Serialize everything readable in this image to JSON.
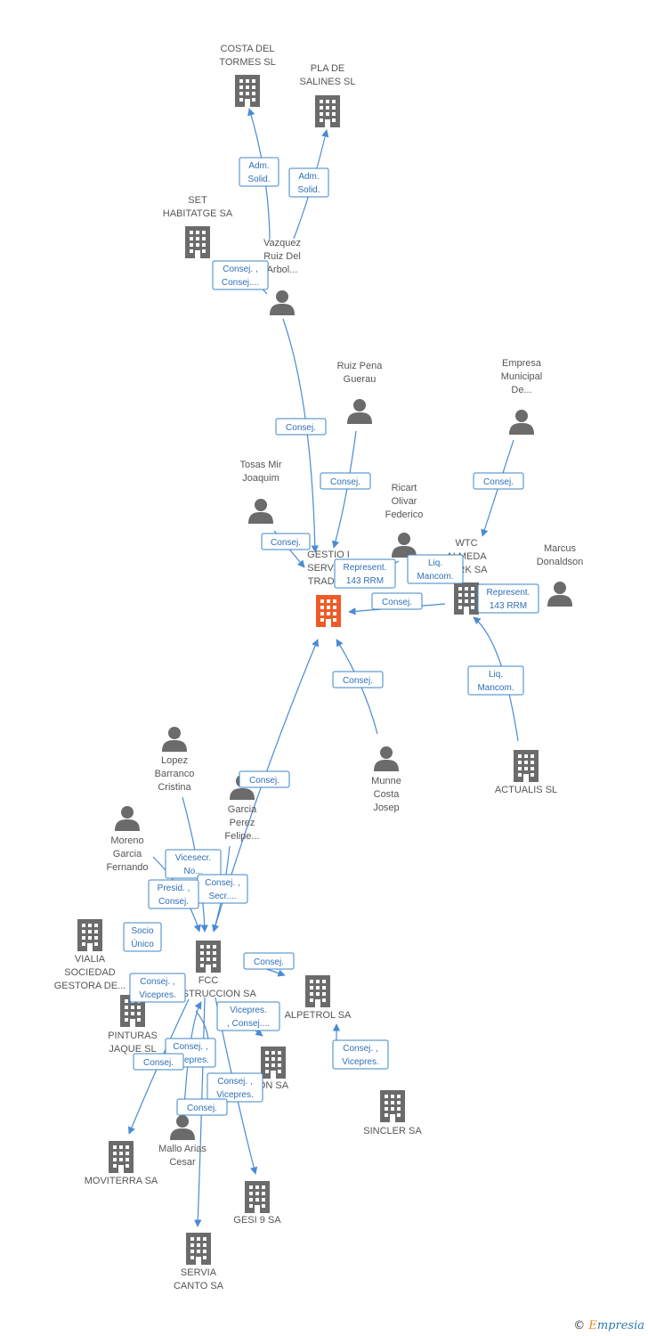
{
  "colors": {
    "edge": "#4a8ad4",
    "building": "#6b6b6b",
    "focus": "#f05a28",
    "label_text": "#2f6fb6"
  },
  "footer": {
    "symbol": "©",
    "brand_first": "E",
    "brand_rest": "mpresia"
  },
  "nodes": [
    {
      "id": "costa",
      "type": "company",
      "icon": "building-icon",
      "lines": [
        "COSTA DEL",
        "TORMES SL"
      ]
    },
    {
      "id": "pla",
      "type": "company",
      "icon": "building-icon",
      "lines": [
        "PLA DE",
        "SALINES SL"
      ]
    },
    {
      "id": "set",
      "type": "company",
      "icon": "building-icon",
      "lines": [
        "SET",
        "HABITATGE SA"
      ]
    },
    {
      "id": "vazquez",
      "type": "person",
      "icon": "person-icon",
      "lines": [
        "Vazquez",
        "Ruiz Del",
        "Arbol..."
      ]
    },
    {
      "id": "ruizpena",
      "type": "person",
      "icon": "person-icon",
      "lines": [
        "Ruiz Pena",
        "Guerau"
      ]
    },
    {
      "id": "empresa",
      "type": "person",
      "icon": "person-icon",
      "lines": [
        "Empresa",
        "Municipal",
        "De..."
      ]
    },
    {
      "id": "tosas",
      "type": "person",
      "icon": "person-icon",
      "lines": [
        "Tosas Mir",
        "Joaquim"
      ]
    },
    {
      "id": "ricart",
      "type": "person",
      "icon": "person-icon",
      "lines": [
        "Ricart",
        "Olivar",
        "Federico"
      ]
    },
    {
      "id": "gestio",
      "type": "focus",
      "icon": "building-icon",
      "lines": [
        "GESTIO I",
        "SERVEIS",
        "TRADE..."
      ]
    },
    {
      "id": "wtc",
      "type": "company",
      "icon": "building-icon",
      "lines": [
        "WTC",
        "ALMEDA",
        "PARK SA"
      ]
    },
    {
      "id": "marcus",
      "type": "person",
      "icon": "person-icon",
      "lines": [
        "Marcus",
        "Donaldson"
      ]
    },
    {
      "id": "actualis",
      "type": "company",
      "icon": "building-icon",
      "lines": [
        "ACTUALIS SL"
      ]
    },
    {
      "id": "munne",
      "type": "person",
      "icon": "person-icon",
      "lines": [
        "Munne",
        "Costa",
        "Josep"
      ]
    },
    {
      "id": "lopez",
      "type": "person",
      "icon": "person-icon",
      "lines": [
        "Lopez",
        "Barranco",
        "Cristina"
      ]
    },
    {
      "id": "garcia",
      "type": "person",
      "icon": "person-icon",
      "lines": [
        "Garcia",
        "Perez",
        "Felipe..."
      ]
    },
    {
      "id": "moreno",
      "type": "person",
      "icon": "person-icon",
      "lines": [
        "Moreno",
        "Garcia",
        "Fernando"
      ]
    },
    {
      "id": "vialia",
      "type": "company",
      "icon": "building-icon",
      "lines": [
        "VIALIA",
        "SOCIEDAD",
        "GESTORA DE..."
      ]
    },
    {
      "id": "fcc",
      "type": "company",
      "icon": "building-icon",
      "lines": [
        "FCC",
        "CONSTRUCCION SA"
      ]
    },
    {
      "id": "alpetrol",
      "type": "company",
      "icon": "building-icon",
      "lines": [
        "ALPETROL SA"
      ]
    },
    {
      "id": "pinturas",
      "type": "company",
      "icon": "building-icon",
      "lines": [
        "PINTURAS",
        "JAQUE SL"
      ]
    },
    {
      "id": "anon",
      "type": "company",
      "icon": "building-icon",
      "lines": [
        "ON SA"
      ]
    },
    {
      "id": "sincler",
      "type": "company",
      "icon": "building-icon",
      "lines": [
        "SINCLER SA"
      ]
    },
    {
      "id": "mallo",
      "type": "person",
      "icon": "person-icon",
      "lines": [
        "Mallo Arias",
        "Cesar"
      ]
    },
    {
      "id": "moviterra",
      "type": "company",
      "icon": "building-icon",
      "lines": [
        "MOVITERRA SA"
      ]
    },
    {
      "id": "gesi9",
      "type": "company",
      "icon": "building-icon",
      "lines": [
        "GESI 9 SA"
      ]
    },
    {
      "id": "servia",
      "type": "company",
      "icon": "building-icon",
      "lines": [
        "SERVIA",
        "CANTO SA"
      ]
    }
  ],
  "edges": [
    {
      "id": "e1",
      "lines": [
        "Adm.",
        "Solid."
      ]
    },
    {
      "id": "e2",
      "lines": [
        "Adm.",
        "Solid."
      ]
    },
    {
      "id": "e3",
      "lines": [
        "Consej. ,",
        "Consej...."
      ]
    },
    {
      "id": "e4",
      "lines": [
        "Consej."
      ]
    },
    {
      "id": "e5",
      "lines": [
        "Consej."
      ]
    },
    {
      "id": "e6",
      "lines": [
        "Consej."
      ]
    },
    {
      "id": "e7",
      "lines": [
        "Consej."
      ]
    },
    {
      "id": "e8",
      "lines": [
        "Represent.",
        "143 RRM"
      ]
    },
    {
      "id": "e9",
      "lines": [
        "Liq.",
        "Mancom."
      ]
    },
    {
      "id": "e10",
      "lines": [
        "Consej."
      ]
    },
    {
      "id": "e11",
      "lines": [
        "Represent.",
        "143 RRM"
      ]
    },
    {
      "id": "e12",
      "lines": [
        "Liq.",
        "Mancom."
      ]
    },
    {
      "id": "e13",
      "lines": [
        "Consej."
      ]
    },
    {
      "id": "e14",
      "lines": [
        "Consej."
      ]
    },
    {
      "id": "e15",
      "lines": [
        "Vicesecr.",
        "No..."
      ]
    },
    {
      "id": "e16",
      "lines": [
        "Consej. ,",
        "Secr...."
      ]
    },
    {
      "id": "e17",
      "lines": [
        "Presid. ,",
        "Consej."
      ]
    },
    {
      "id": "e18",
      "lines": [
        "Socio",
        "Único"
      ]
    },
    {
      "id": "e19",
      "lines": [
        "Consej."
      ]
    },
    {
      "id": "e20",
      "lines": [
        "Consej. ,",
        "Vicepres."
      ]
    },
    {
      "id": "e21",
      "lines": [
        "Vicepres.",
        ", Consej...."
      ]
    },
    {
      "id": "e22",
      "lines": [
        "Consej. ,",
        "Vicepres."
      ]
    },
    {
      "id": "e23",
      "lines": [
        "Consej. ,",
        "Vicepres."
      ]
    },
    {
      "id": "e24",
      "lines": [
        "Consej."
      ]
    },
    {
      "id": "e25",
      "lines": [
        "Consej. ,",
        "Vicepres."
      ]
    },
    {
      "id": "e26",
      "lines": [
        "Consej."
      ]
    }
  ]
}
